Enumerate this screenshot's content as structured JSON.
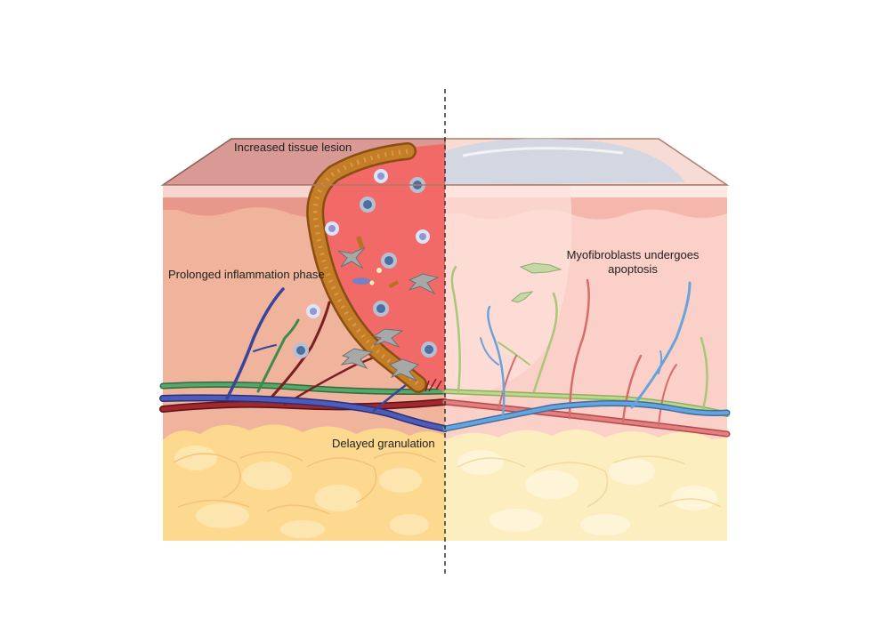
{
  "labels": {
    "top": "Increased tissue lesion",
    "left": "Prolonged inflammation phase",
    "bottom": "Delayed granulation",
    "right": "Myofibroblasts undergoes apoptosis"
  },
  "colors": {
    "skin_left": "#efb49b",
    "skin_right": "#fbd0c8",
    "fat_left": "#fdd98f",
    "fat_right": "#fdeebf",
    "wound": "#f26a68",
    "scab": "#b8721f",
    "vein": "#4f5bb8",
    "artery": "#a0282e",
    "lymph": "#4f9a5e",
    "vein_right": "#6aa3d8",
    "artery_right": "#d76c6c",
    "lymph_right": "#a8c777",
    "divider": "#333333"
  }
}
